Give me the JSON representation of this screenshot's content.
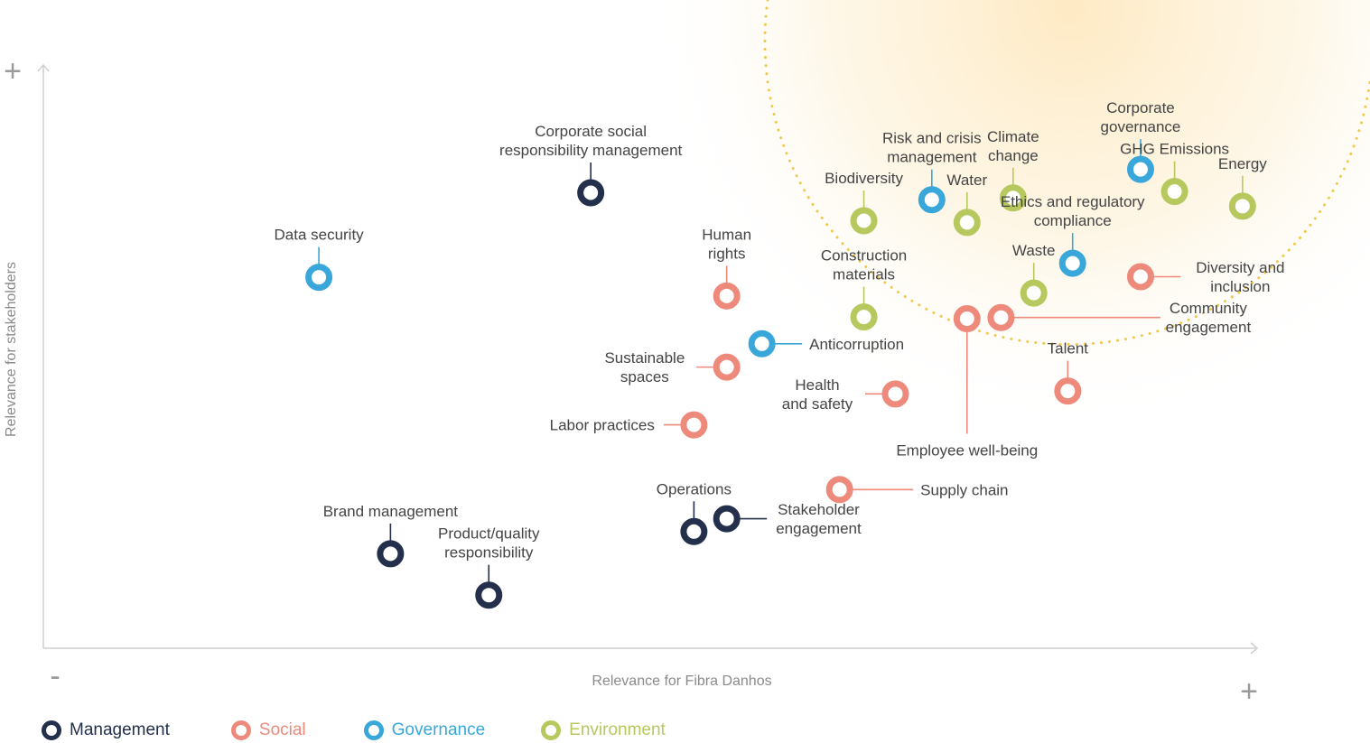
{
  "colors": {
    "management": "#232f4b",
    "social": "#ee8a7b",
    "governance": "#3aa7da",
    "environment": "#b7c85e",
    "axis": "#cfcfcf",
    "highlight_circle": "#f2c84b"
  },
  "chart_data": {
    "type": "scatter",
    "xlabel": "Relevance for Fibra Danhos",
    "ylabel": "Relevance for stakeholders",
    "axis_signs": {
      "x_min": "-",
      "x_max": "+",
      "y_max": "+"
    },
    "xlim": [
      0,
      100
    ],
    "ylim": [
      0,
      100
    ],
    "grid": false,
    "legend_position": "bottom-left",
    "legend": [
      {
        "key": "management",
        "label": "Management"
      },
      {
        "key": "social",
        "label": "Social"
      },
      {
        "key": "governance",
        "label": "Governance"
      },
      {
        "key": "environment",
        "label": "Environment"
      }
    ],
    "points": [
      {
        "name": "Data security",
        "lines": [
          "Data security"
        ],
        "category": "governance",
        "x": 22.7,
        "y": 63.6,
        "label_side": "top"
      },
      {
        "name": "Corporate social responsibility management",
        "lines": [
          "Corporate social",
          "responsibility management"
        ],
        "category": "management",
        "x": 45.1,
        "y": 78.1,
        "label_side": "top"
      },
      {
        "name": "Human rights",
        "lines": [
          "Human",
          "rights"
        ],
        "category": "social",
        "x": 56.3,
        "y": 60.4,
        "label_side": "top"
      },
      {
        "name": "Sustainable spaces",
        "lines": [
          "Sustainable",
          "spaces"
        ],
        "category": "social",
        "x": 56.3,
        "y": 48.2,
        "label_side": "left"
      },
      {
        "name": "Labor practices",
        "lines": [
          "Labor practices"
        ],
        "category": "social",
        "x": 53.6,
        "y": 38.3,
        "label_side": "left"
      },
      {
        "name": "Anticorruption",
        "lines": [
          "Anticorruption"
        ],
        "category": "governance",
        "x": 59.2,
        "y": 52.2,
        "label_side": "right"
      },
      {
        "name": "Construction materials",
        "lines": [
          "Construction",
          "materials"
        ],
        "category": "environment",
        "x": 67.6,
        "y": 56.8,
        "label_side": "top"
      },
      {
        "name": "Biodiversity",
        "lines": [
          "Biodiversity"
        ],
        "category": "environment",
        "x": 67.6,
        "y": 73.3,
        "label_side": "top"
      },
      {
        "name": "Health and safety",
        "lines": [
          "Health",
          "and safety"
        ],
        "category": "social",
        "x": 70.2,
        "y": 43.6,
        "label_side": "left"
      },
      {
        "name": "Risk and crisis management",
        "lines": [
          "Risk and crisis",
          "management"
        ],
        "category": "governance",
        "x": 73.2,
        "y": 76.9,
        "label_side": "top"
      },
      {
        "name": "Water",
        "lines": [
          "Water"
        ],
        "category": "environment",
        "x": 76.1,
        "y": 73.0,
        "label_side": "top"
      },
      {
        "name": "Climate change",
        "lines": [
          "Climate",
          "change"
        ],
        "category": "environment",
        "x": 79.9,
        "y": 77.2,
        "label_side": "top"
      },
      {
        "name": "Waste",
        "lines": [
          "Waste"
        ],
        "category": "environment",
        "x": 81.6,
        "y": 60.9,
        "label_side": "top"
      },
      {
        "name": "Employee well-being",
        "lines": [
          "Employee well-being"
        ],
        "category": "social",
        "x": 76.1,
        "y": 56.5,
        "label_side": "bottom"
      },
      {
        "name": "Community engagement",
        "lines": [
          "Community",
          "engagement"
        ],
        "category": "social",
        "x": 78.9,
        "y": 56.7,
        "label_side": "right"
      },
      {
        "name": "Ethics and regulatory compliance",
        "lines": [
          "Ethics and regulatory",
          "compliance"
        ],
        "category": "governance",
        "x": 84.8,
        "y": 66.0,
        "label_side": "top"
      },
      {
        "name": "Corporate governance",
        "lines": [
          "Corporate",
          "governance"
        ],
        "category": "governance",
        "x": 90.4,
        "y": 82.1,
        "label_side": "top"
      },
      {
        "name": "GHG Emissions",
        "lines": [
          "GHG Emissions"
        ],
        "category": "environment",
        "x": 93.2,
        "y": 78.3,
        "label_side": "top"
      },
      {
        "name": "Energy",
        "lines": [
          "Energy"
        ],
        "category": "environment",
        "x": 98.8,
        "y": 75.8,
        "label_side": "top"
      },
      {
        "name": "Diversity and inclusion",
        "lines": [
          "Diversity and",
          "inclusion"
        ],
        "category": "social",
        "x": 90.4,
        "y": 63.7,
        "label_side": "right"
      },
      {
        "name": "Talent",
        "lines": [
          "Talent"
        ],
        "category": "social",
        "x": 84.4,
        "y": 44.1,
        "label_side": "top"
      },
      {
        "name": "Supply chain",
        "lines": [
          "Supply chain"
        ],
        "category": "social",
        "x": 65.6,
        "y": 27.2,
        "label_side": "right"
      },
      {
        "name": "Operations",
        "lines": [
          "Operations"
        ],
        "category": "management",
        "x": 53.6,
        "y": 20.0,
        "label_side": "top"
      },
      {
        "name": "Stakeholder engagement",
        "lines": [
          "Stakeholder",
          "engagement"
        ],
        "category": "management",
        "x": 56.3,
        "y": 22.2,
        "label_side": "right"
      },
      {
        "name": "Brand management",
        "lines": [
          "Brand management"
        ],
        "category": "management",
        "x": 28.6,
        "y": 16.2,
        "label_side": "top"
      },
      {
        "name": "Product/quality responsibility",
        "lines": [
          "Product/quality",
          "responsibility"
        ],
        "category": "management",
        "x": 36.7,
        "y": 9.1,
        "label_side": "top"
      }
    ]
  }
}
